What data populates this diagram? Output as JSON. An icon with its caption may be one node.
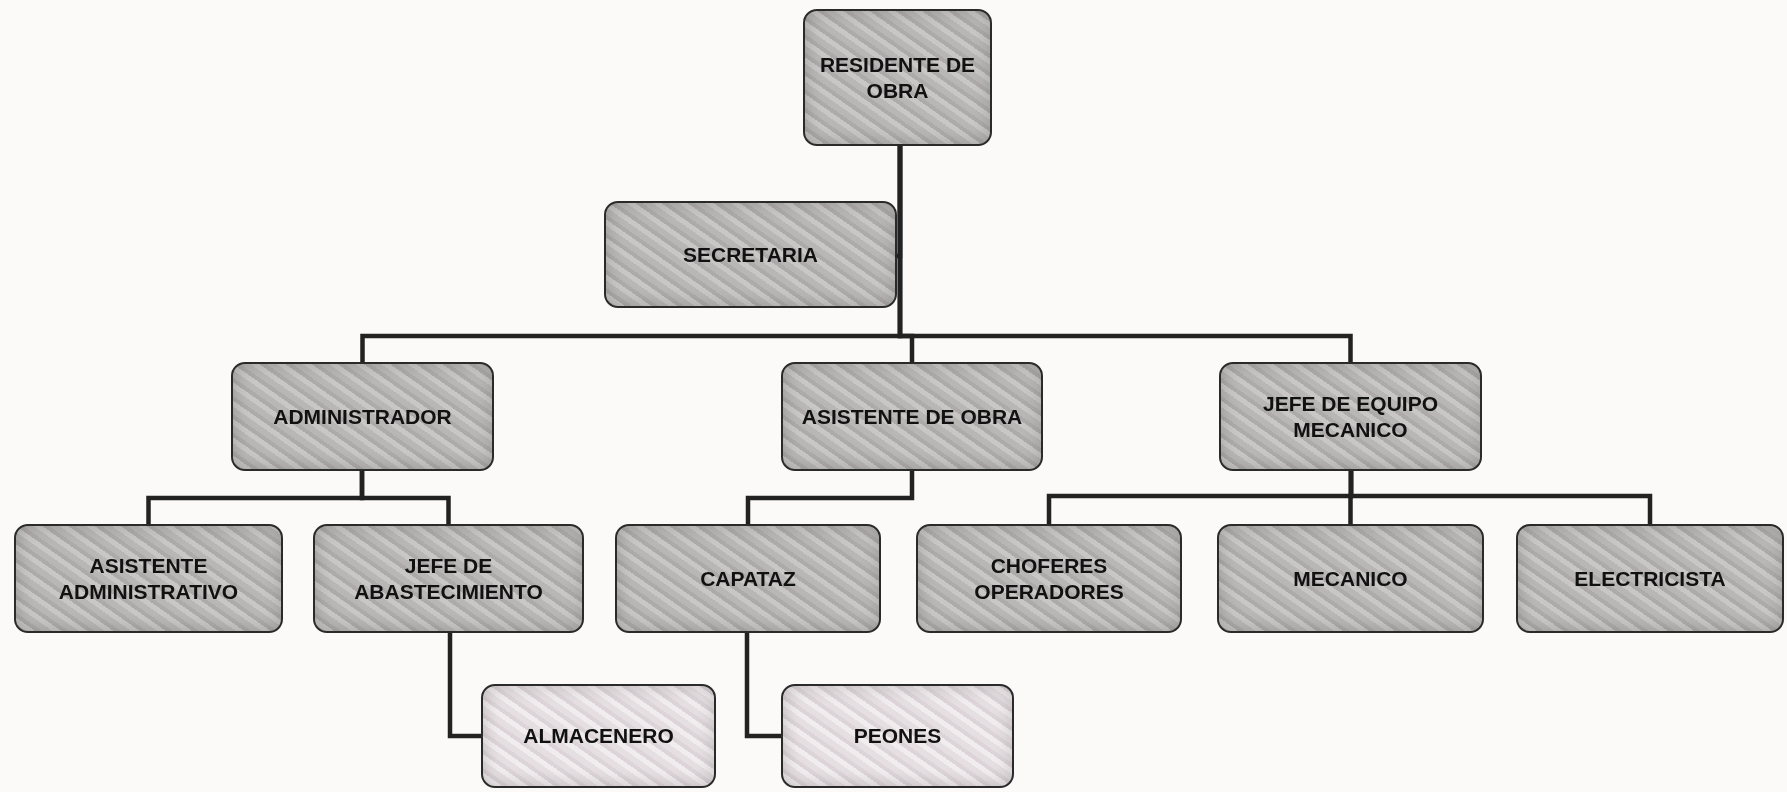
{
  "diagram": {
    "nodes": [
      {
        "text": [
          "RESIDENTE DE OBRA"
        ]
      },
      {
        "text": [
          "SECRETARIA"
        ]
      },
      {
        "text": [
          "ADMINISTRADOR"
        ]
      },
      {
        "text": [
          "ASISTENTE DE OBRA"
        ]
      },
      {
        "text": [
          "JEFE DE EQUIPO MECANICO"
        ]
      },
      {
        "text": [
          "ASISTENTE ADMINISTRATIVO"
        ]
      },
      {
        "text": [
          "JEFE DE ABASTECIMIENTO"
        ]
      },
      {
        "text": [
          "ALMACENERO"
        ]
      },
      {
        "text": [
          "CAPATAZ"
        ]
      },
      {
        "text": [
          "PEONES"
        ]
      },
      {
        "text": [
          "CHOFERES OPERADORES"
        ]
      },
      {
        "text": [
          "MECANICO"
        ]
      },
      {
        "text": [
          "ELECTRICISTA"
        ]
      }
    ],
    "edges": [
      {
        "from": 0,
        "to": 1,
        "arrow": "none"
      },
      {
        "from": 0,
        "to": 2,
        "arrow": "none"
      },
      {
        "from": 0,
        "to": 3,
        "arrow": "none"
      },
      {
        "from": 0,
        "to": 4,
        "arrow": "none"
      },
      {
        "from": 2,
        "to": 5,
        "arrow": "none"
      },
      {
        "from": 2,
        "to": 6,
        "arrow": "none"
      },
      {
        "from": 6,
        "to": 7,
        "arrow": "none"
      },
      {
        "from": 3,
        "to": 8,
        "arrow": "none"
      },
      {
        "from": 8,
        "to": 9,
        "arrow": "none"
      },
      {
        "from": 4,
        "to": 10,
        "arrow": "none"
      },
      {
        "from": 4,
        "to": 11,
        "arrow": "none"
      },
      {
        "from": 4,
        "to": 12,
        "arrow": "none"
      }
    ]
  }
}
